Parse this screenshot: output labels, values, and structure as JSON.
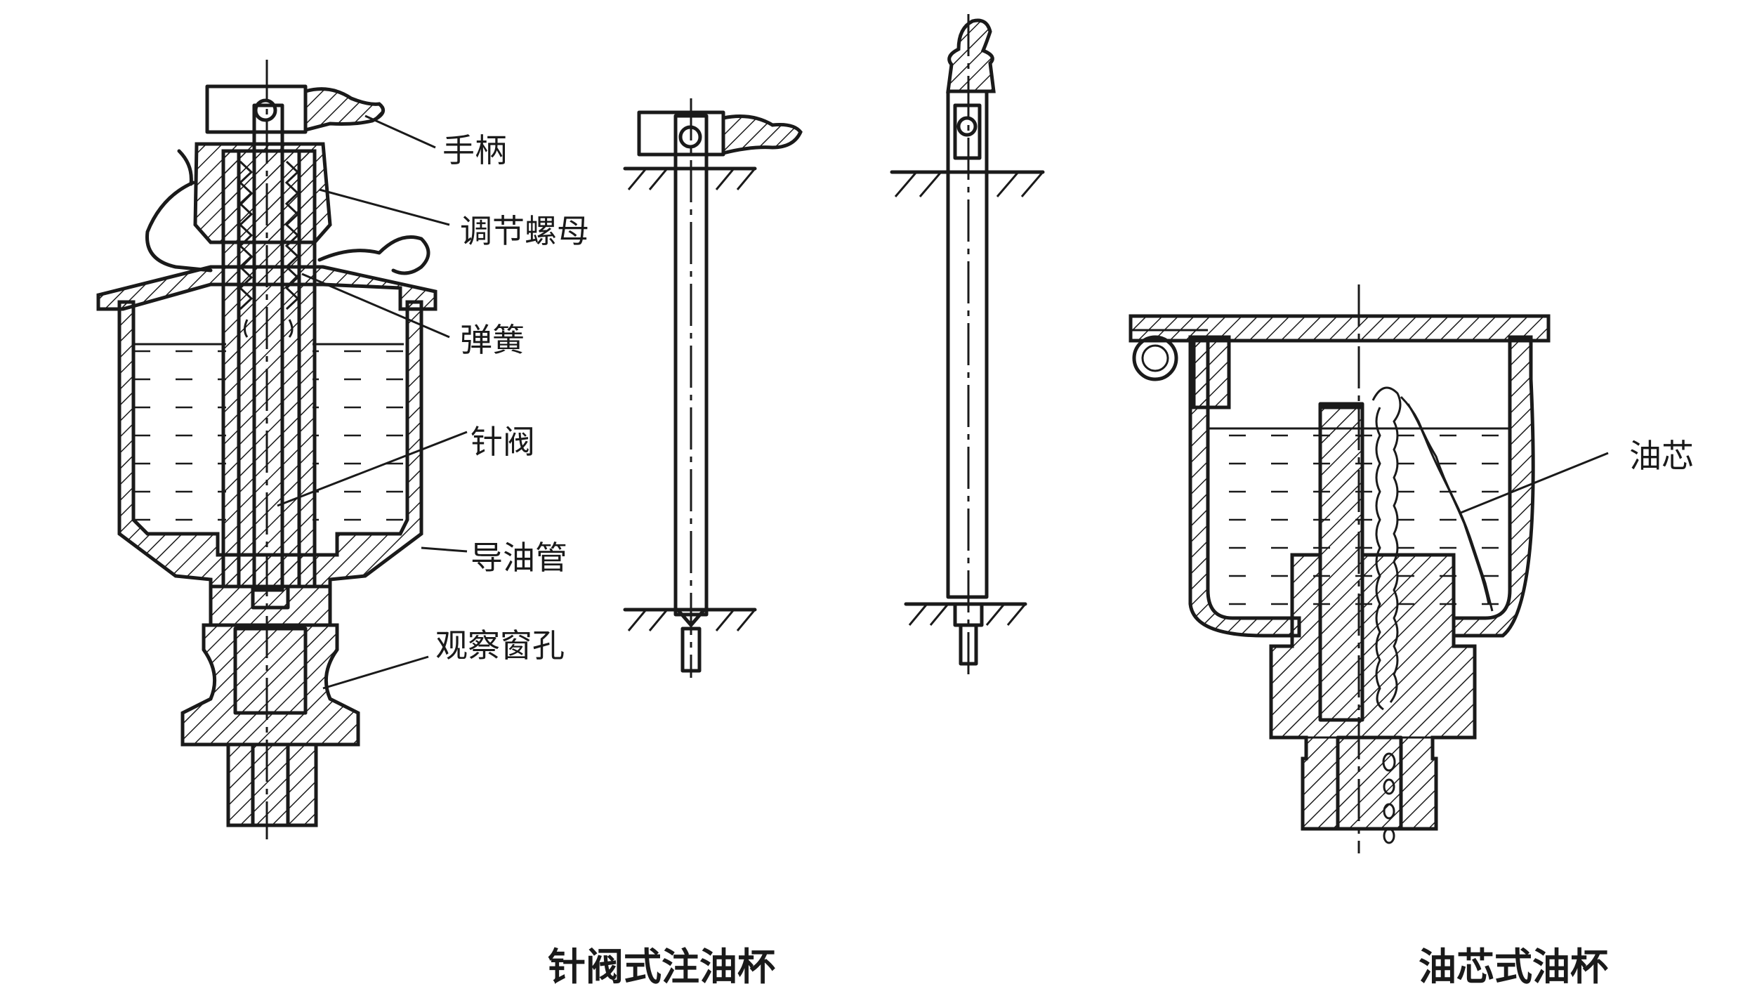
{
  "labels": {
    "handle": "手柄",
    "adjust_nut": "调节螺母",
    "spring": "弹簧",
    "needle_valve": "针阀",
    "oil_guide_tube": "导油管",
    "sight_hole": "观察窗孔",
    "oil_wick": "油芯"
  },
  "captions": {
    "needle_valve_cup": "针阀式注油杯",
    "wick_cup": "油芯式油杯"
  }
}
